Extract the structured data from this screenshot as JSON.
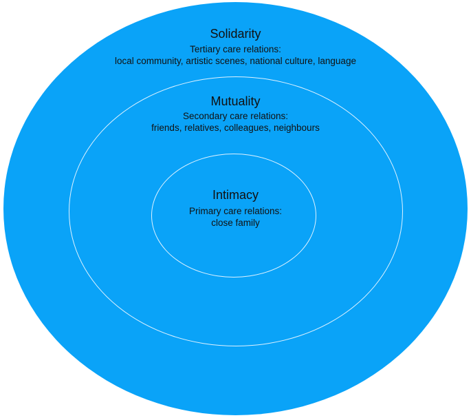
{
  "rings": {
    "solidarity": {
      "title": "Solidarity",
      "subtitle": "Tertiary care relations:",
      "examples": "local community, artistic scenes, national culture, language"
    },
    "mutuality": {
      "title": "Mutuality",
      "subtitle": "Secondary care relations:",
      "examples": "friends, relatives, colleagues, neighbours"
    },
    "intimacy": {
      "title": "Intimacy",
      "subtitle": "Primary care relations:",
      "examples": "close family"
    }
  },
  "colors": {
    "fill": "#0aa3f8",
    "ring_stroke": "#dff2ff",
    "text": "#111111"
  }
}
